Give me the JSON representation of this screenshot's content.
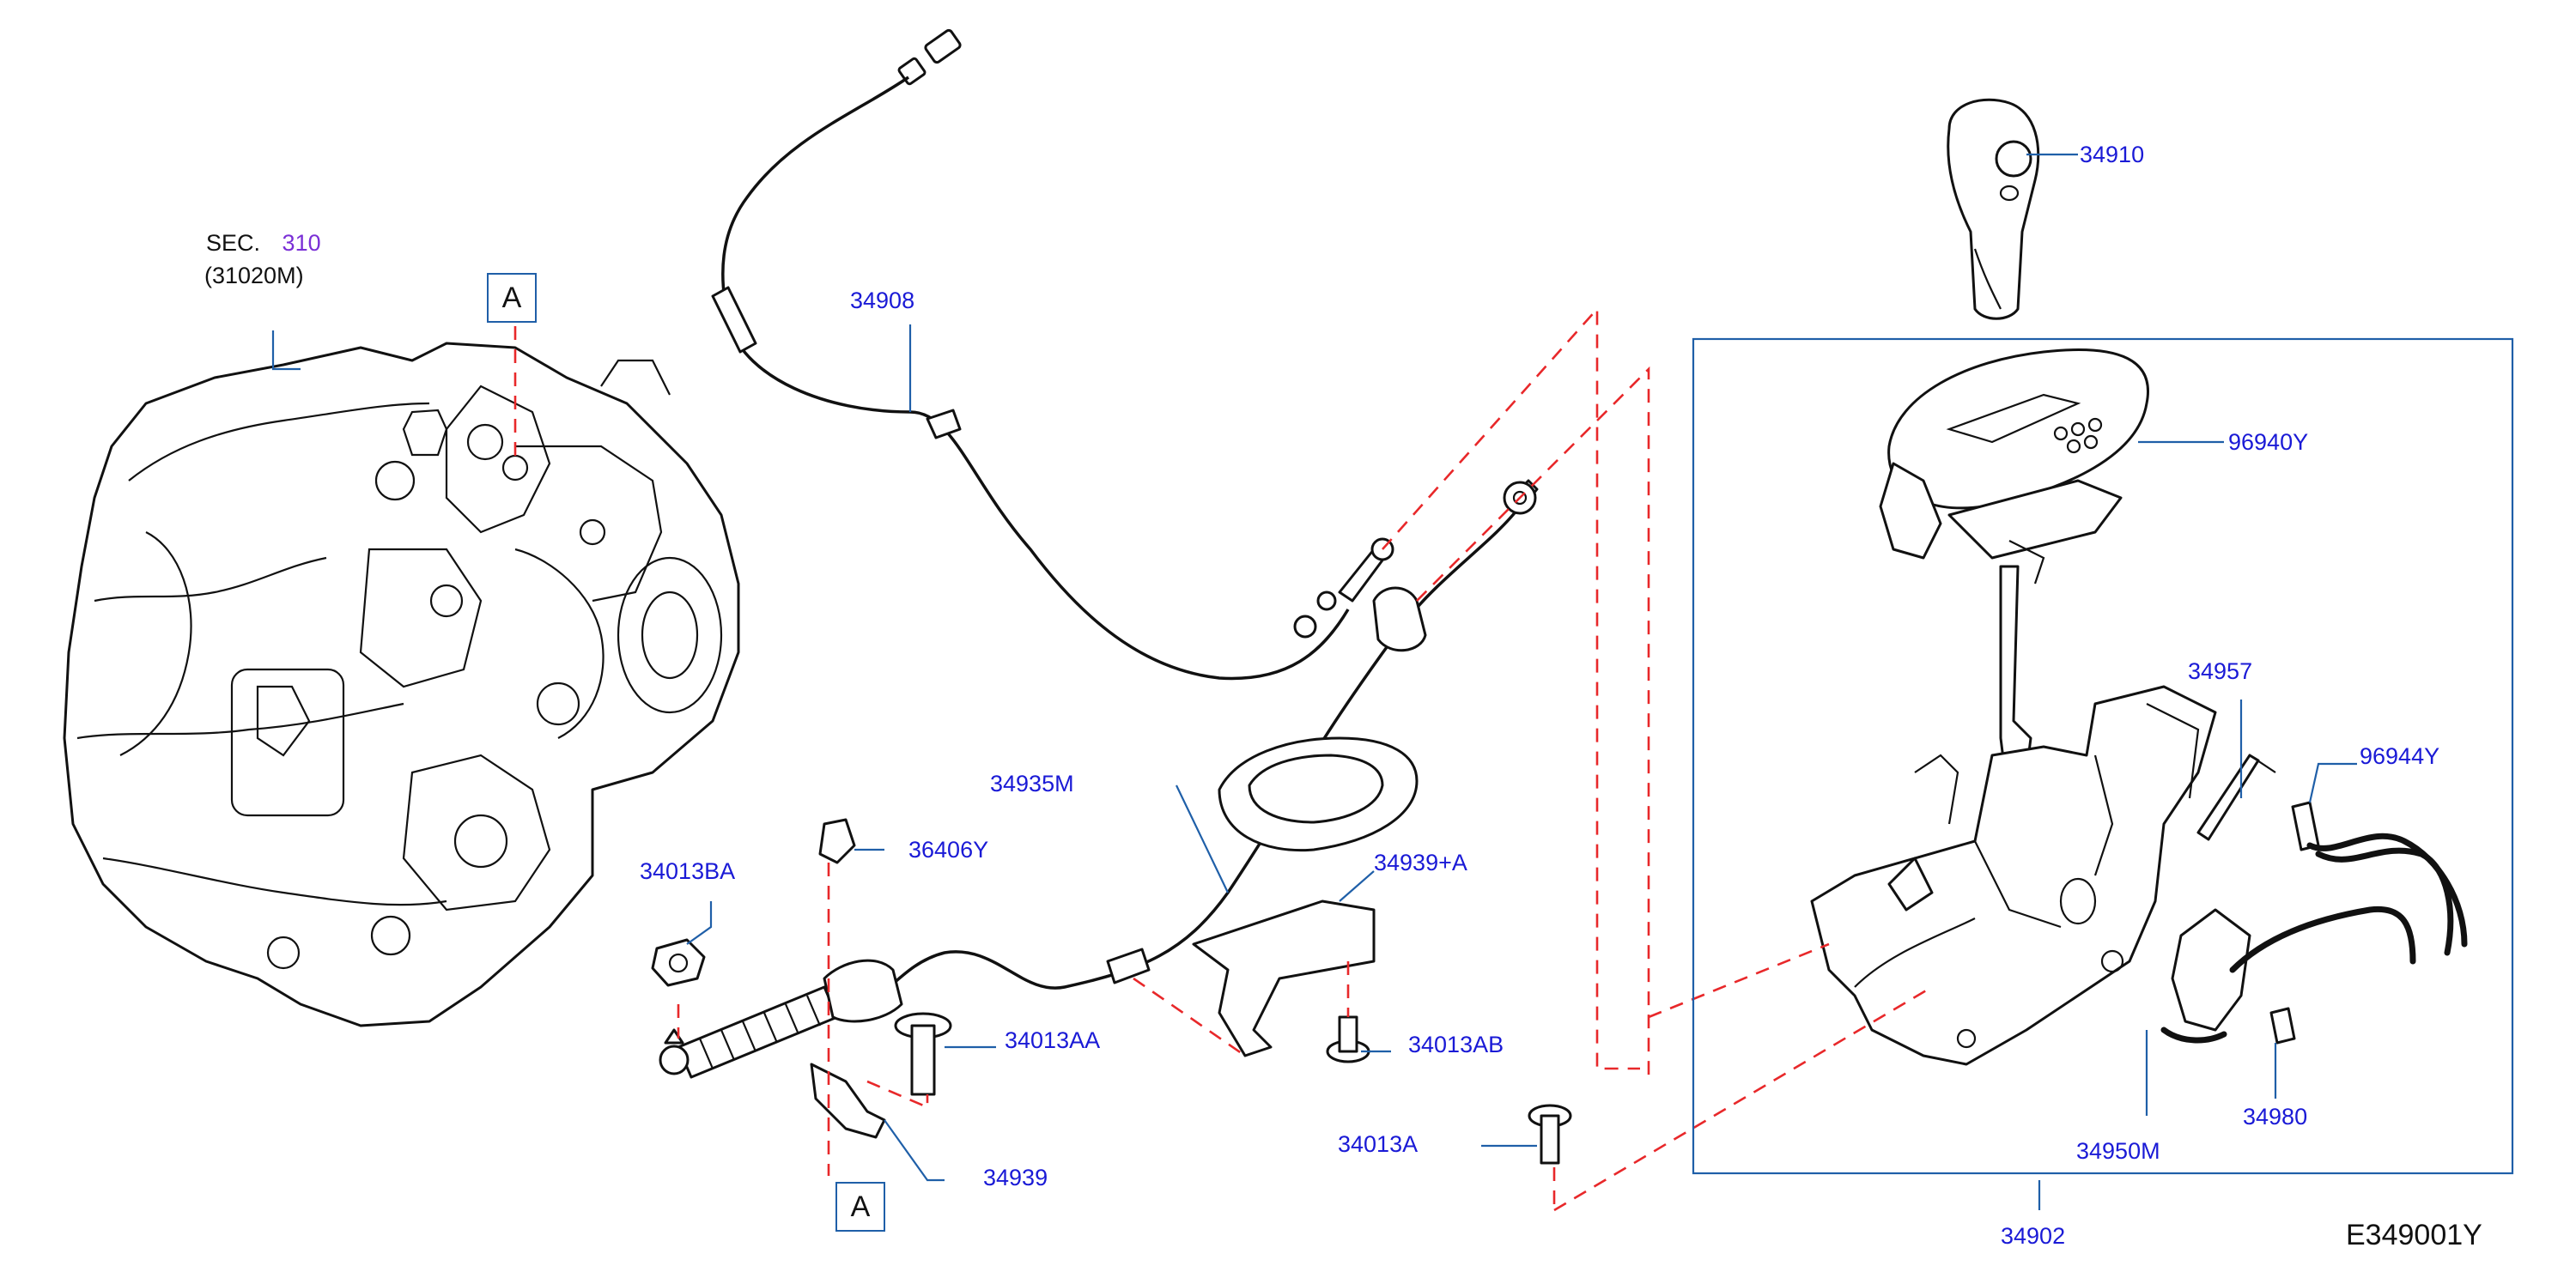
{
  "diagram": {
    "code": "E349001Y",
    "section": {
      "prefix": "SEC.",
      "number": "310",
      "part": "(31020M)"
    },
    "ref_marker": "A",
    "parts": {
      "p34910": "34910",
      "p96940Y": "96940Y",
      "p34908": "34908",
      "p34957": "34957",
      "p96944Y": "96944Y",
      "p34935M": "34935M",
      "p36406Y": "36406Y",
      "p34939A": "34939+A",
      "p34013BA": "34013BA",
      "p34013AA": "34013AA",
      "p34013AB": "34013AB",
      "p34939": "34939",
      "p34013A": "34013A",
      "p34950M": "34950M",
      "p34980": "34980",
      "p34902": "34902"
    }
  }
}
